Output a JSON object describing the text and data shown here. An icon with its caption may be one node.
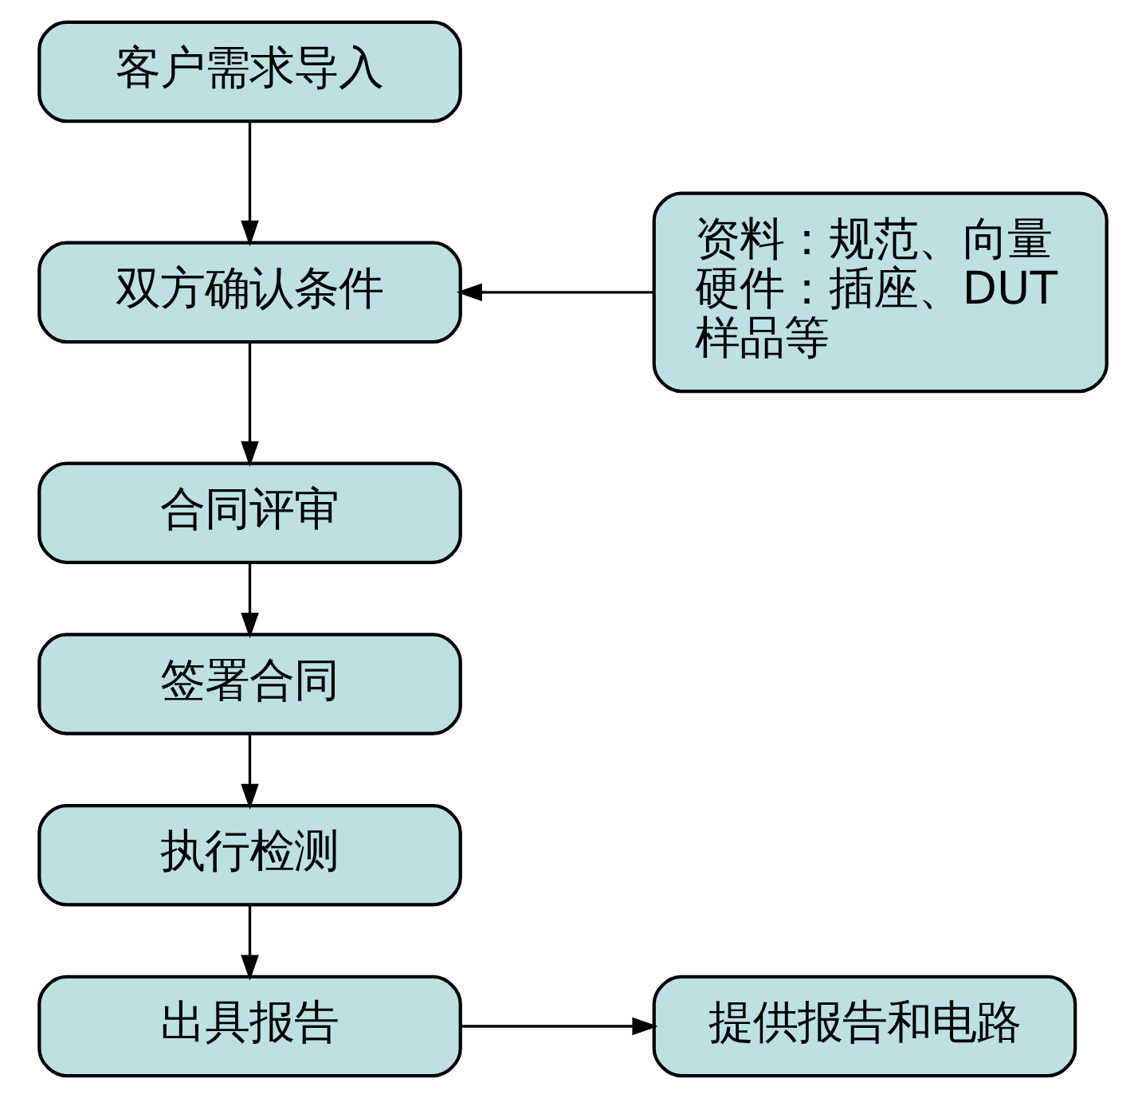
{
  "diagram": {
    "nodes": [
      {
        "text": [
          "客户需求导入"
        ]
      },
      {
        "text": [
          "双方确认条件"
        ]
      },
      {
        "text": [
          "资料：规范、向量硬件：插座、DUT样品等"
        ]
      },
      {
        "text": [
          "合同评审"
        ]
      },
      {
        "text": [
          "签署合同"
        ]
      },
      {
        "text": [
          "执行检测"
        ]
      },
      {
        "text": [
          "出具报告"
        ]
      },
      {
        "text": [
          "提供报告和电路"
        ]
      }
    ],
    "edges": [
      {
        "from": 0,
        "to": 1,
        "arrow": "to"
      },
      {
        "from": 2,
        "to": 1,
        "arrow": "to"
      },
      {
        "from": 1,
        "to": 3,
        "arrow": "to"
      },
      {
        "from": 3,
        "to": 4,
        "arrow": "to"
      },
      {
        "from": 4,
        "to": 5,
        "arrow": "to"
      },
      {
        "from": 5,
        "to": 6,
        "arrow": "to"
      },
      {
        "from": 6,
        "to": 7,
        "arrow": "to"
      }
    ]
  }
}
